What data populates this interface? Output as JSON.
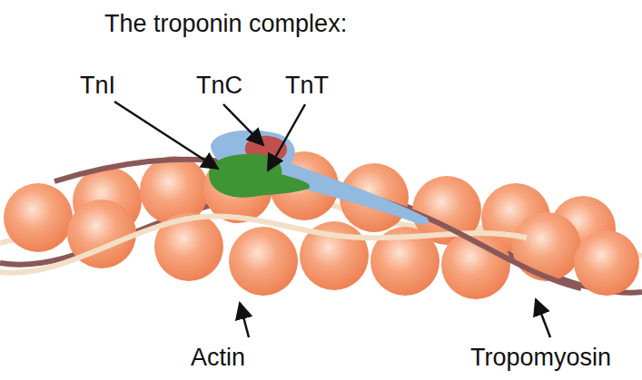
{
  "diagram": {
    "title": "The troponin complex:",
    "labels": [
      "TnI",
      "TnC",
      "TnT",
      "Actin",
      "Tropomyosin"
    ]
  }
}
